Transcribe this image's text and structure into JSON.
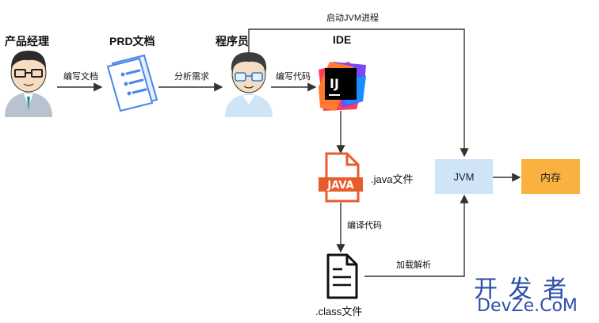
{
  "nodes": {
    "product_manager": "产品经理",
    "prd_doc": "PRD文档",
    "programmer": "程序员",
    "ide": "IDE",
    "java_file": ".java文件",
    "class_file": ".class文件",
    "jvm": "JVM",
    "memory": "内存"
  },
  "icons": {
    "ide_logo": "IJ",
    "java_badge": "JAVA"
  },
  "edges": {
    "write_doc": "编写文档",
    "analyze_req": "分析需求",
    "write_code": "编写代码",
    "start_jvm": "启动JVM进程",
    "compile": "编译代码",
    "load_parse": "加载解析"
  },
  "watermark": {
    "line1": "开 发 者",
    "line2": "DevZe.CoM"
  },
  "colors": {
    "jvm_box": "#cfe4f7",
    "memory_box": "#f9b13f",
    "java_orange": "#e85c2b",
    "prd_blue": "#4a86e8",
    "watermark": "#2b4fa8"
  }
}
